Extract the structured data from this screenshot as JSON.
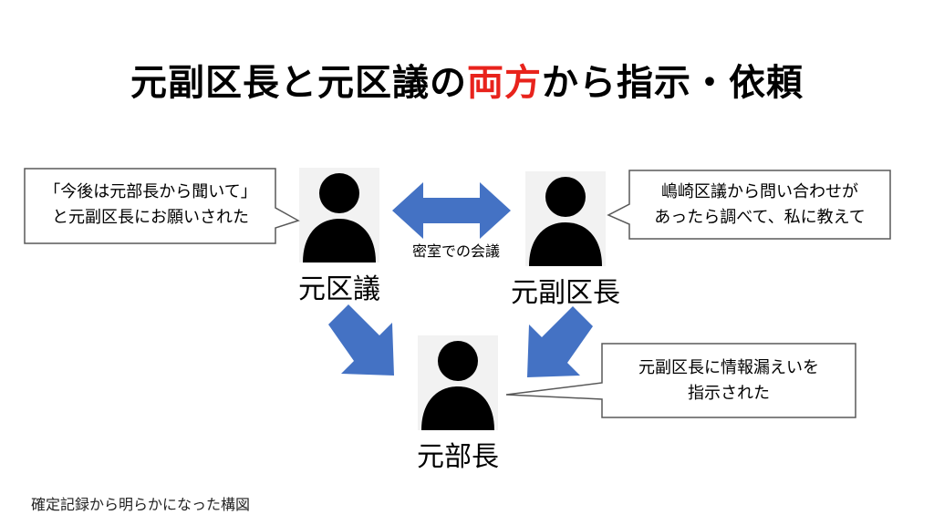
{
  "title": {
    "prefix": "元副区長と元区議の",
    "highlight": "両方",
    "suffix": "から指示・依頼",
    "highlight_color": "#e8231c"
  },
  "people": {
    "left": {
      "label": "元区議",
      "icon": "person-icon"
    },
    "right": {
      "label": "元副区長",
      "icon": "person-icon"
    },
    "bottom": {
      "label": "元部長",
      "icon": "person-icon"
    }
  },
  "meeting_caption": "密室での会議",
  "callouts": {
    "left": {
      "line1": "「今後は元部長から聞いて」",
      "line2": "と元副区長にお願いされた"
    },
    "right": {
      "line1": "嶋崎区議から問い合わせが",
      "line2": "あったら調べて、私に教えて"
    },
    "bottom": {
      "line1": "元副区長に情報漏えいを",
      "line2": "指示された"
    }
  },
  "footnote": "確定記録から明らかになった構図",
  "colors": {
    "arrow": "#4472c4",
    "person": "#000000",
    "person_bg": "#f2f2f2",
    "callout_border": "#595959"
  }
}
